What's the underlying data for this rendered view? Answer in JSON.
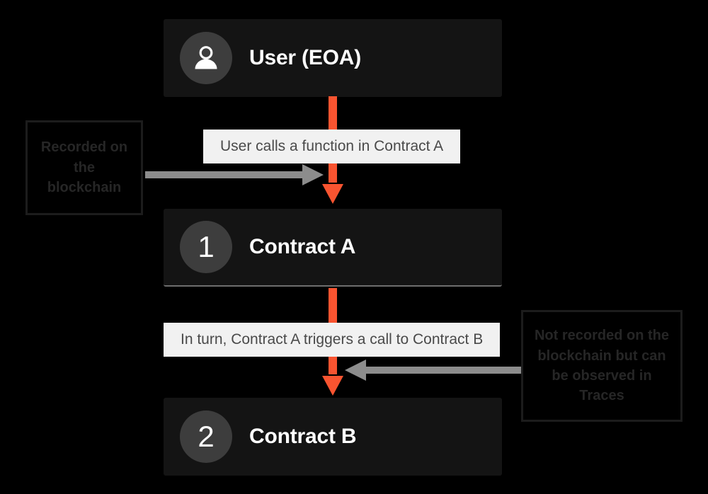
{
  "diagram": {
    "title": "Contract call flow recorded on the blockchain",
    "background_color": "#000000",
    "accent_color": "#f95430",
    "node_color": "#141414",
    "caption_color": "#f1f1f1",
    "gray_arrow_color": "#8c8c8c"
  },
  "nodes": [
    {
      "id": "user",
      "icon": "person-icon",
      "badge_text": "",
      "label": "User (EOA)"
    },
    {
      "id": "contract-a",
      "icon": "number-badge",
      "badge_text": "1",
      "label": "Contract A"
    },
    {
      "id": "contract-b",
      "icon": "number-badge",
      "badge_text": "2",
      "label": "Contract B"
    }
  ],
  "captions": [
    {
      "id": "caption-1",
      "text": "User calls a function in Contract A"
    },
    {
      "id": "caption-2",
      "text": "In turn, Contract A triggers a call to Contract B"
    }
  ],
  "annotations": [
    {
      "id": "annotation-left",
      "text": "Recorded on the blockchain",
      "points_to": "caption-1"
    },
    {
      "id": "annotation-right",
      "text": "Not recorded on the blockchain but can be observed in Traces",
      "points_to": "caption-2"
    }
  ],
  "connectors": [
    {
      "id": "flow-user-to-contract-a",
      "from": "user",
      "to": "contract-a",
      "style": "orange-arrow-down"
    },
    {
      "id": "flow-contract-a-to-contract-b",
      "from": "contract-a",
      "to": "contract-b",
      "style": "orange-arrow-down"
    },
    {
      "id": "pointer-left",
      "from": "annotation-left",
      "to": "flow-user-to-contract-a",
      "style": "gray-arrow-right"
    },
    {
      "id": "pointer-right",
      "from": "annotation-right",
      "to": "flow-contract-a-to-contract-b",
      "style": "gray-arrow-left"
    }
  ]
}
